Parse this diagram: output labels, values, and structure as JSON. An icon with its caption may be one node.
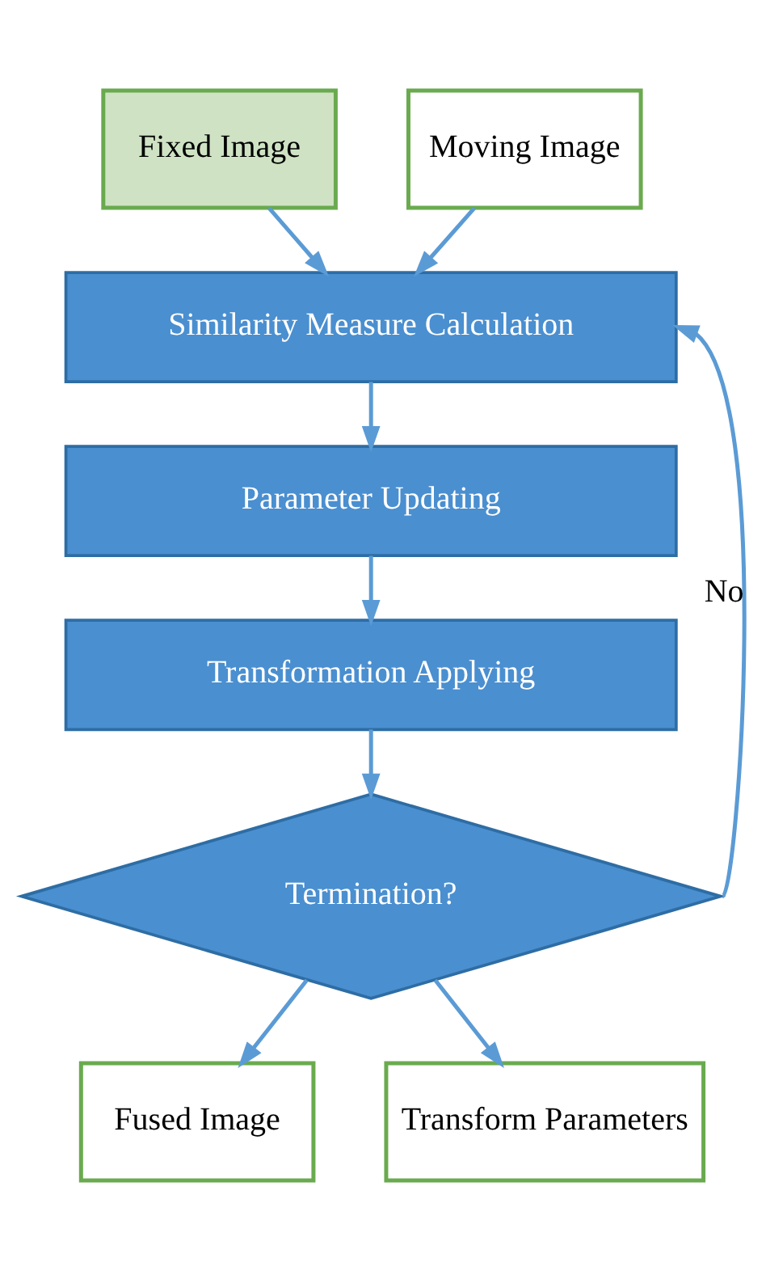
{
  "diagram": {
    "nodes": [
      {
        "text": [
          "Fixed Image"
        ]
      },
      {
        "text": [
          "Moving Image"
        ]
      },
      {
        "text": [
          "Similarity Measure Calculation"
        ]
      },
      {
        "text": [
          "Parameter Updating"
        ]
      },
      {
        "text": [
          "Transformation Applying"
        ]
      },
      {
        "text": [
          "Termination?"
        ]
      },
      {
        "text": [
          "Fused Image"
        ]
      },
      {
        "text": [
          "Transform Parameters"
        ]
      }
    ],
    "edges": [
      {
        "from": 0,
        "to": 2,
        "arrow": "to"
      },
      {
        "from": 1,
        "to": 2,
        "arrow": "to"
      },
      {
        "from": 2,
        "to": 3,
        "arrow": "to"
      },
      {
        "from": 3,
        "to": 4,
        "arrow": "to"
      },
      {
        "from": 4,
        "to": 5,
        "arrow": "to"
      },
      {
        "from": 5,
        "to": 2,
        "label": "No",
        "arrow": "to"
      },
      {
        "from": 5,
        "to": 6,
        "arrow": "to"
      },
      {
        "from": 5,
        "to": 7,
        "arrow": "to"
      }
    ]
  }
}
